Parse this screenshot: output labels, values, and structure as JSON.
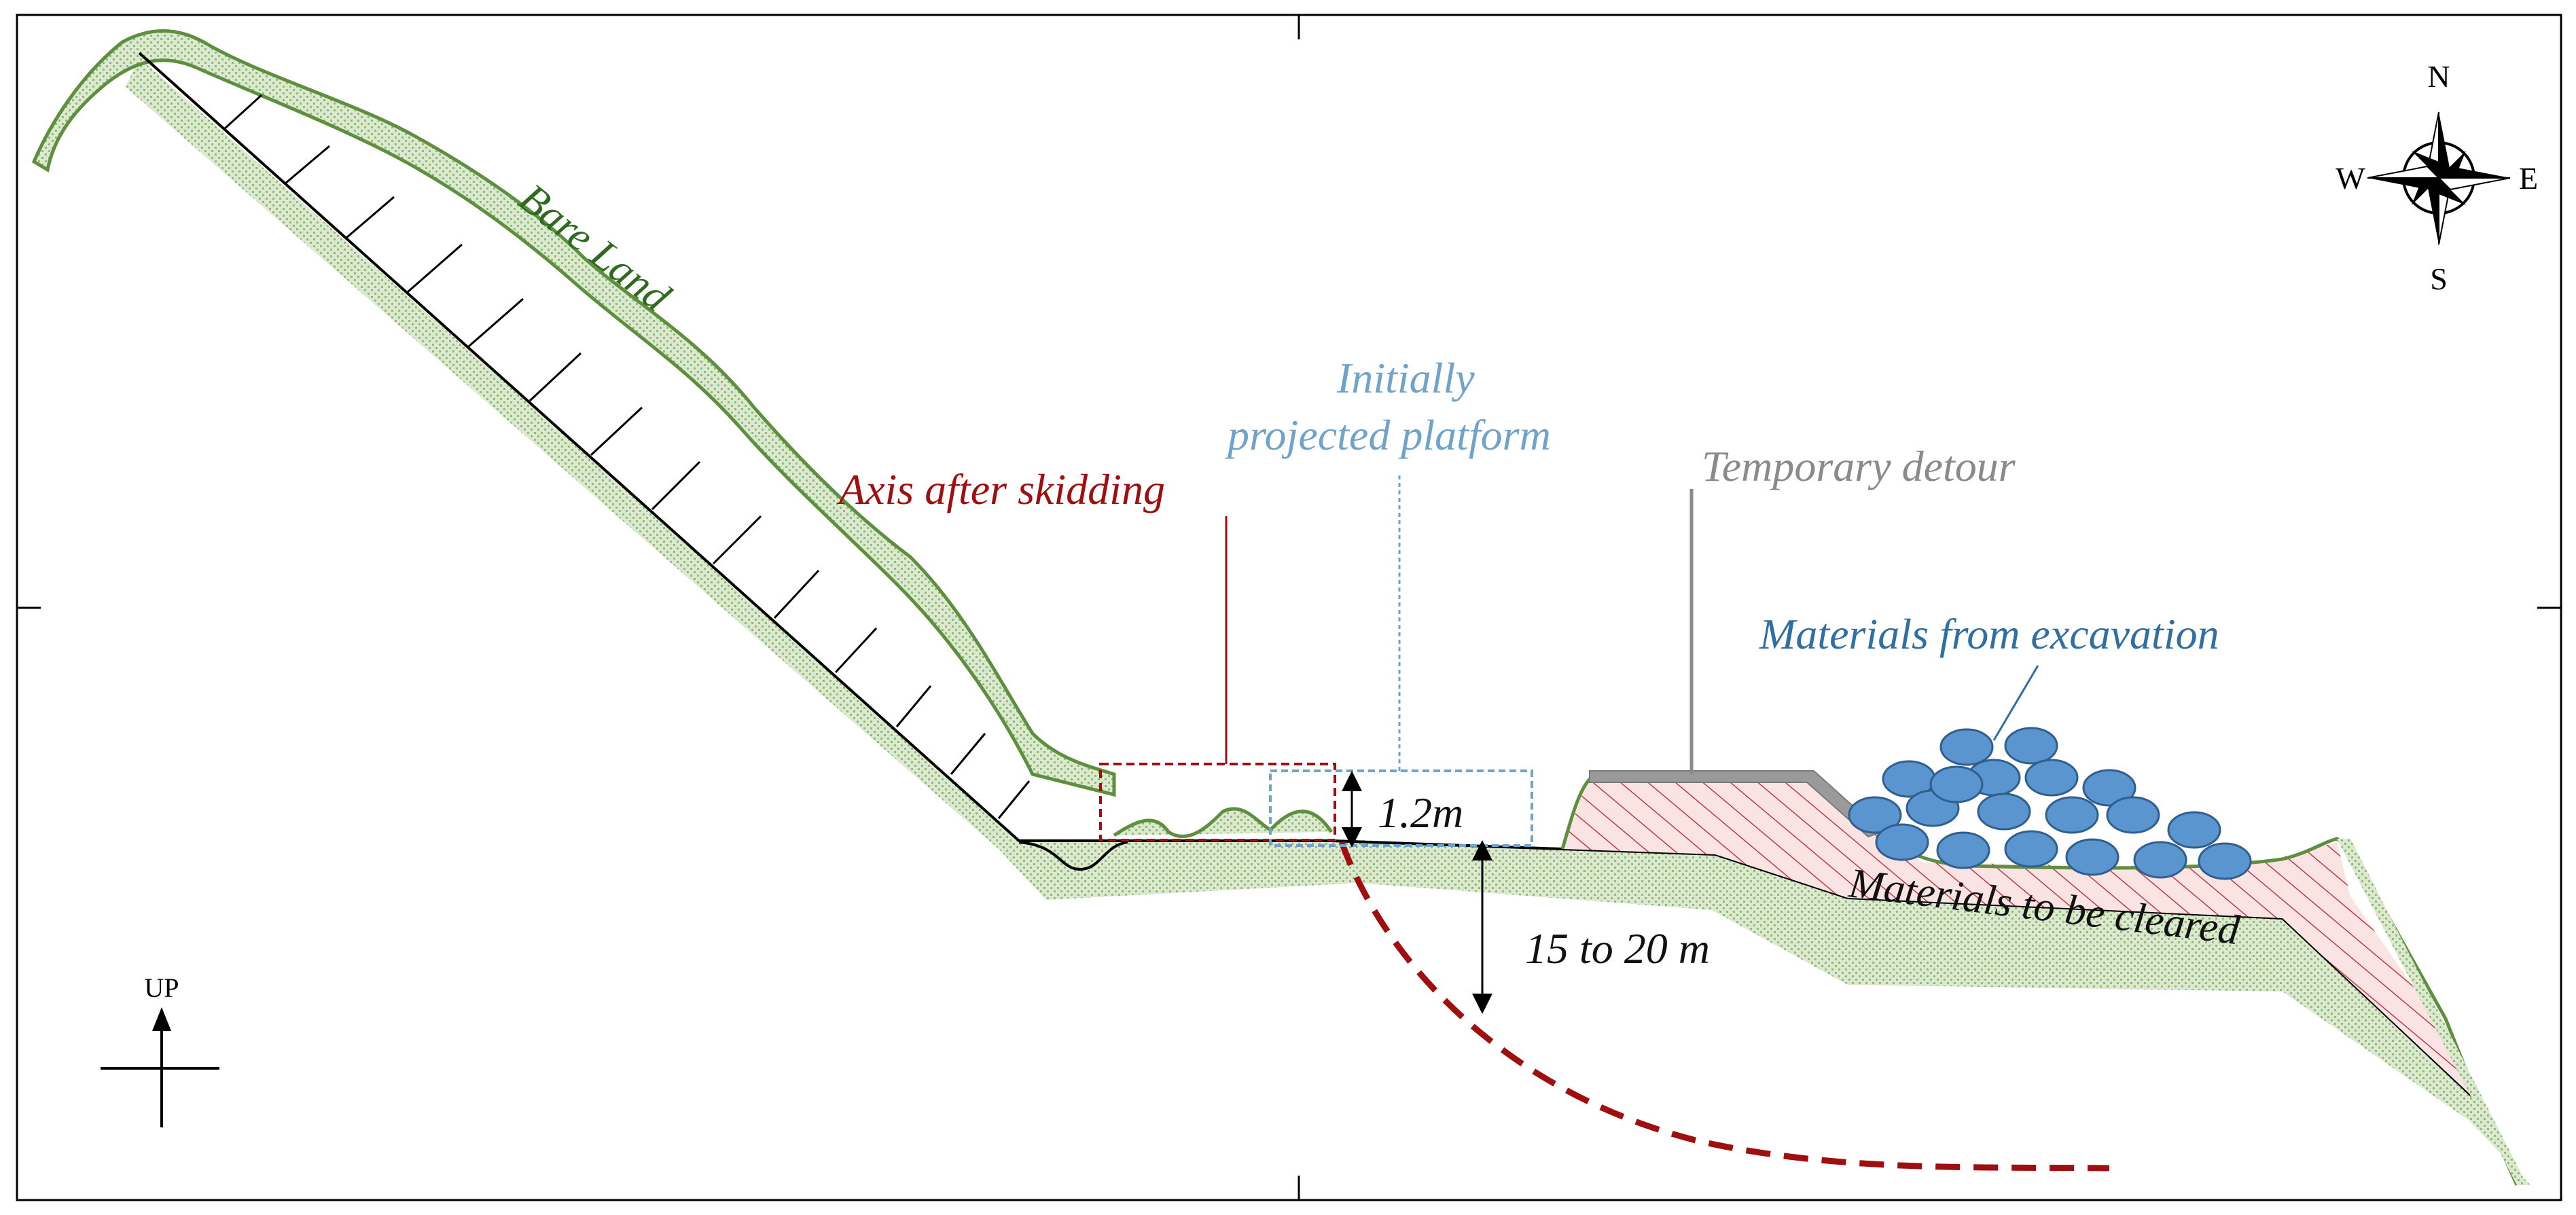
{
  "labels": {
    "bare_land": "Bare Land",
    "axis_after_skidding": "Axis after skidding",
    "initially_line1": "Initially",
    "initially_line2": "projected platform",
    "temporary_detour": "Temporary detour",
    "materials_excavation": "Materials from excavation",
    "materials_cleared": "Materials to be cleared",
    "dim_height": "1.2m",
    "dim_depth": "15 to 20 m"
  },
  "compass": {
    "north": "N",
    "south": "S",
    "east": "E",
    "west": "W"
  },
  "axes_indicator": {
    "up": "UP"
  },
  "colors": {
    "vegetation_green": "#5e8f3e",
    "bare_land_text": "#2e6b1e",
    "axis_red": "#a00f0f",
    "platform_blue": "#6fa3c9",
    "detour_gray": "#8a8a8a",
    "excavation_blue": "#2f6fa3",
    "boulder_fill": "#5b95cf",
    "clear_hatch": "#c0394b",
    "clear_fill": "#f9e3e3"
  },
  "icons": [
    "compass-rose-icon",
    "up-arrow-icon",
    "double-arrow-icon"
  ]
}
